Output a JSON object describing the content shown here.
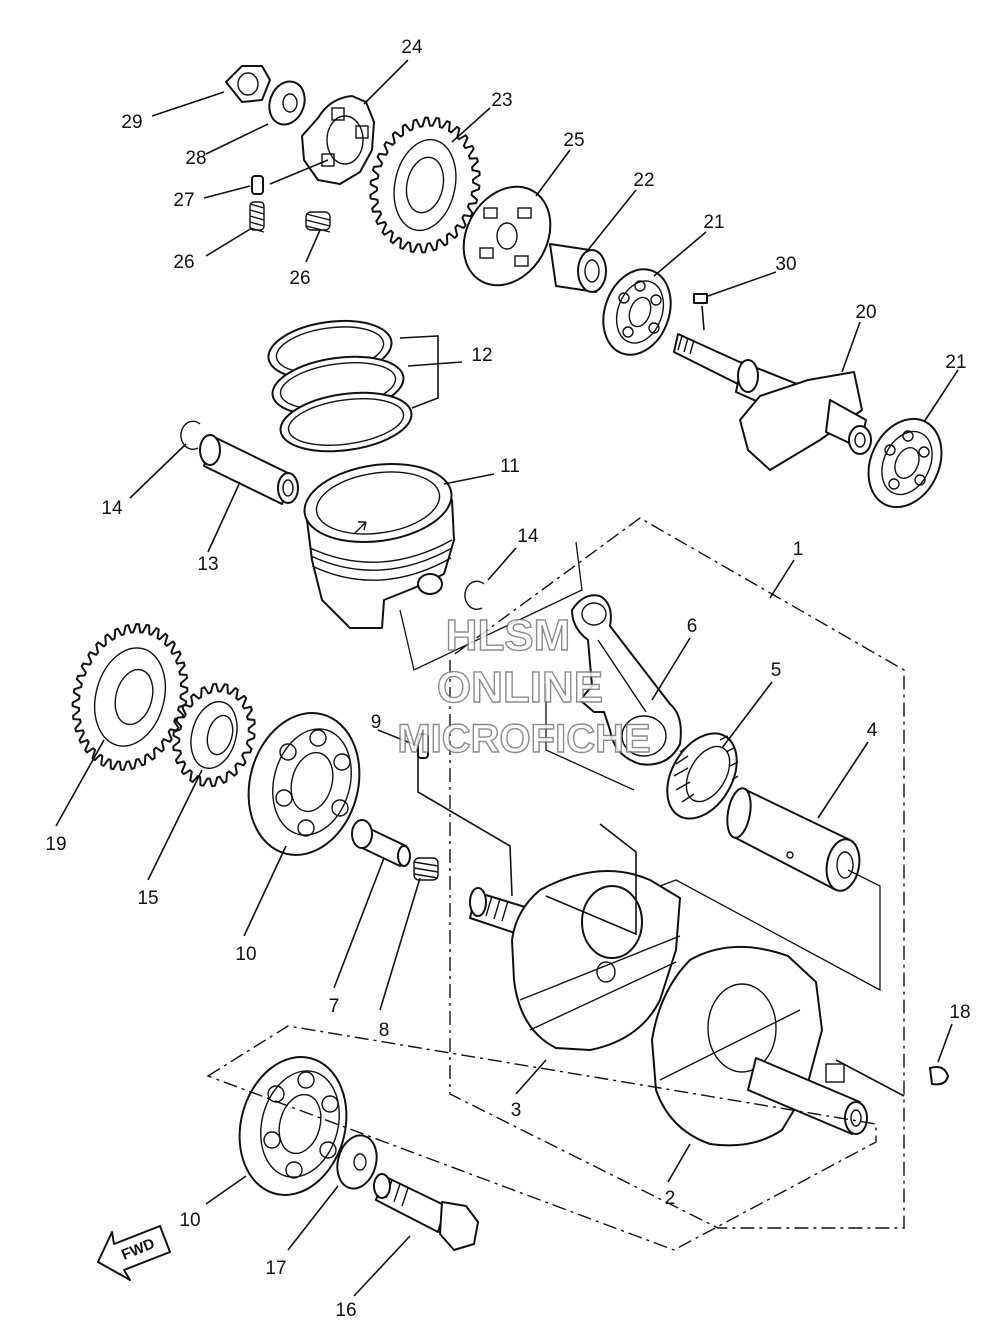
{
  "watermark": {
    "line1": "HLSM",
    "line2": "ONLINE",
    "line3": "MICROFICHE"
  },
  "direction_label": "FWD",
  "callouts": [
    {
      "key": "c29",
      "text": "29"
    },
    {
      "key": "c28",
      "text": "28"
    },
    {
      "key": "c24",
      "text": "24"
    },
    {
      "key": "c23",
      "text": "23"
    },
    {
      "key": "c27",
      "text": "27"
    },
    {
      "key": "c26a",
      "text": "26"
    },
    {
      "key": "c26b",
      "text": "26"
    },
    {
      "key": "c25",
      "text": "25"
    },
    {
      "key": "c22",
      "text": "22"
    },
    {
      "key": "c21a",
      "text": "21"
    },
    {
      "key": "c30",
      "text": "30"
    },
    {
      "key": "c20",
      "text": "20"
    },
    {
      "key": "c21b",
      "text": "21"
    },
    {
      "key": "c12",
      "text": "12"
    },
    {
      "key": "c14a",
      "text": "14"
    },
    {
      "key": "c13",
      "text": "13"
    },
    {
      "key": "c11",
      "text": "11"
    },
    {
      "key": "c14b",
      "text": "14"
    },
    {
      "key": "c1",
      "text": "1"
    },
    {
      "key": "c6",
      "text": "6"
    },
    {
      "key": "c5",
      "text": "5"
    },
    {
      "key": "c4",
      "text": "4"
    },
    {
      "key": "c19",
      "text": "19"
    },
    {
      "key": "c15",
      "text": "15"
    },
    {
      "key": "c9",
      "text": "9"
    },
    {
      "key": "c10a",
      "text": "10"
    },
    {
      "key": "c7",
      "text": "7"
    },
    {
      "key": "c8",
      "text": "8"
    },
    {
      "key": "c3",
      "text": "3"
    },
    {
      "key": "c18",
      "text": "18"
    },
    {
      "key": "c2",
      "text": "2"
    },
    {
      "key": "c10b",
      "text": "10"
    },
    {
      "key": "c17",
      "text": "17"
    },
    {
      "key": "c16",
      "text": "16"
    }
  ]
}
